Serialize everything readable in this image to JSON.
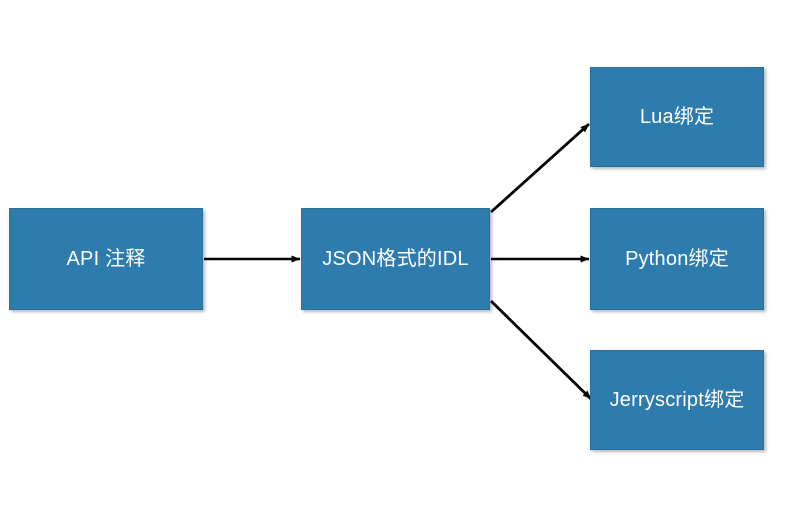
{
  "diagram": {
    "type": "flowchart",
    "background_color": "#ffffff",
    "node_fill_color": "#2e7cad",
    "node_text_color": "#ffffff",
    "connector_color": "#000000",
    "nodes": [
      {
        "id": "api",
        "label": "API 注释"
      },
      {
        "id": "idl",
        "label": "JSON格式的IDL"
      },
      {
        "id": "lua",
        "label": "Lua绑定"
      },
      {
        "id": "python",
        "label": "Python绑定"
      },
      {
        "id": "jerryscript",
        "label": "Jerryscript绑定"
      }
    ],
    "edges": [
      {
        "id": "api-to-idl",
        "from": "api",
        "to": "idl",
        "style": "straight-horizontal"
      },
      {
        "id": "idl-to-lua",
        "from": "idl",
        "to": "lua",
        "style": "diagonal-up"
      },
      {
        "id": "idl-to-python",
        "from": "idl",
        "to": "python",
        "style": "straight-horizontal"
      },
      {
        "id": "idl-to-jerryscript",
        "from": "idl",
        "to": "jerryscript",
        "style": "diagonal-down"
      }
    ]
  }
}
